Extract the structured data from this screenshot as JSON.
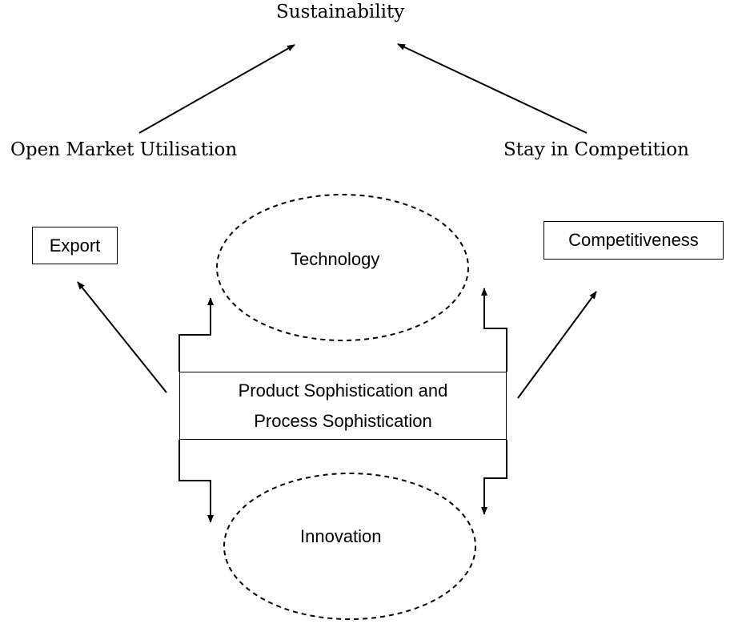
{
  "nodes": {
    "sustainability": "Sustainability",
    "open_market": "Open Market Utilisation",
    "stay_in_competition": "Stay in Competition",
    "export": "Export",
    "competitiveness": "Competitiveness",
    "technology": "Technology",
    "innovation": "Innovation",
    "center_line1": "Product Sophistication and",
    "center_line2": "Process Sophistication"
  },
  "colors": {
    "stroke": "#000000",
    "background": "#ffffff"
  }
}
